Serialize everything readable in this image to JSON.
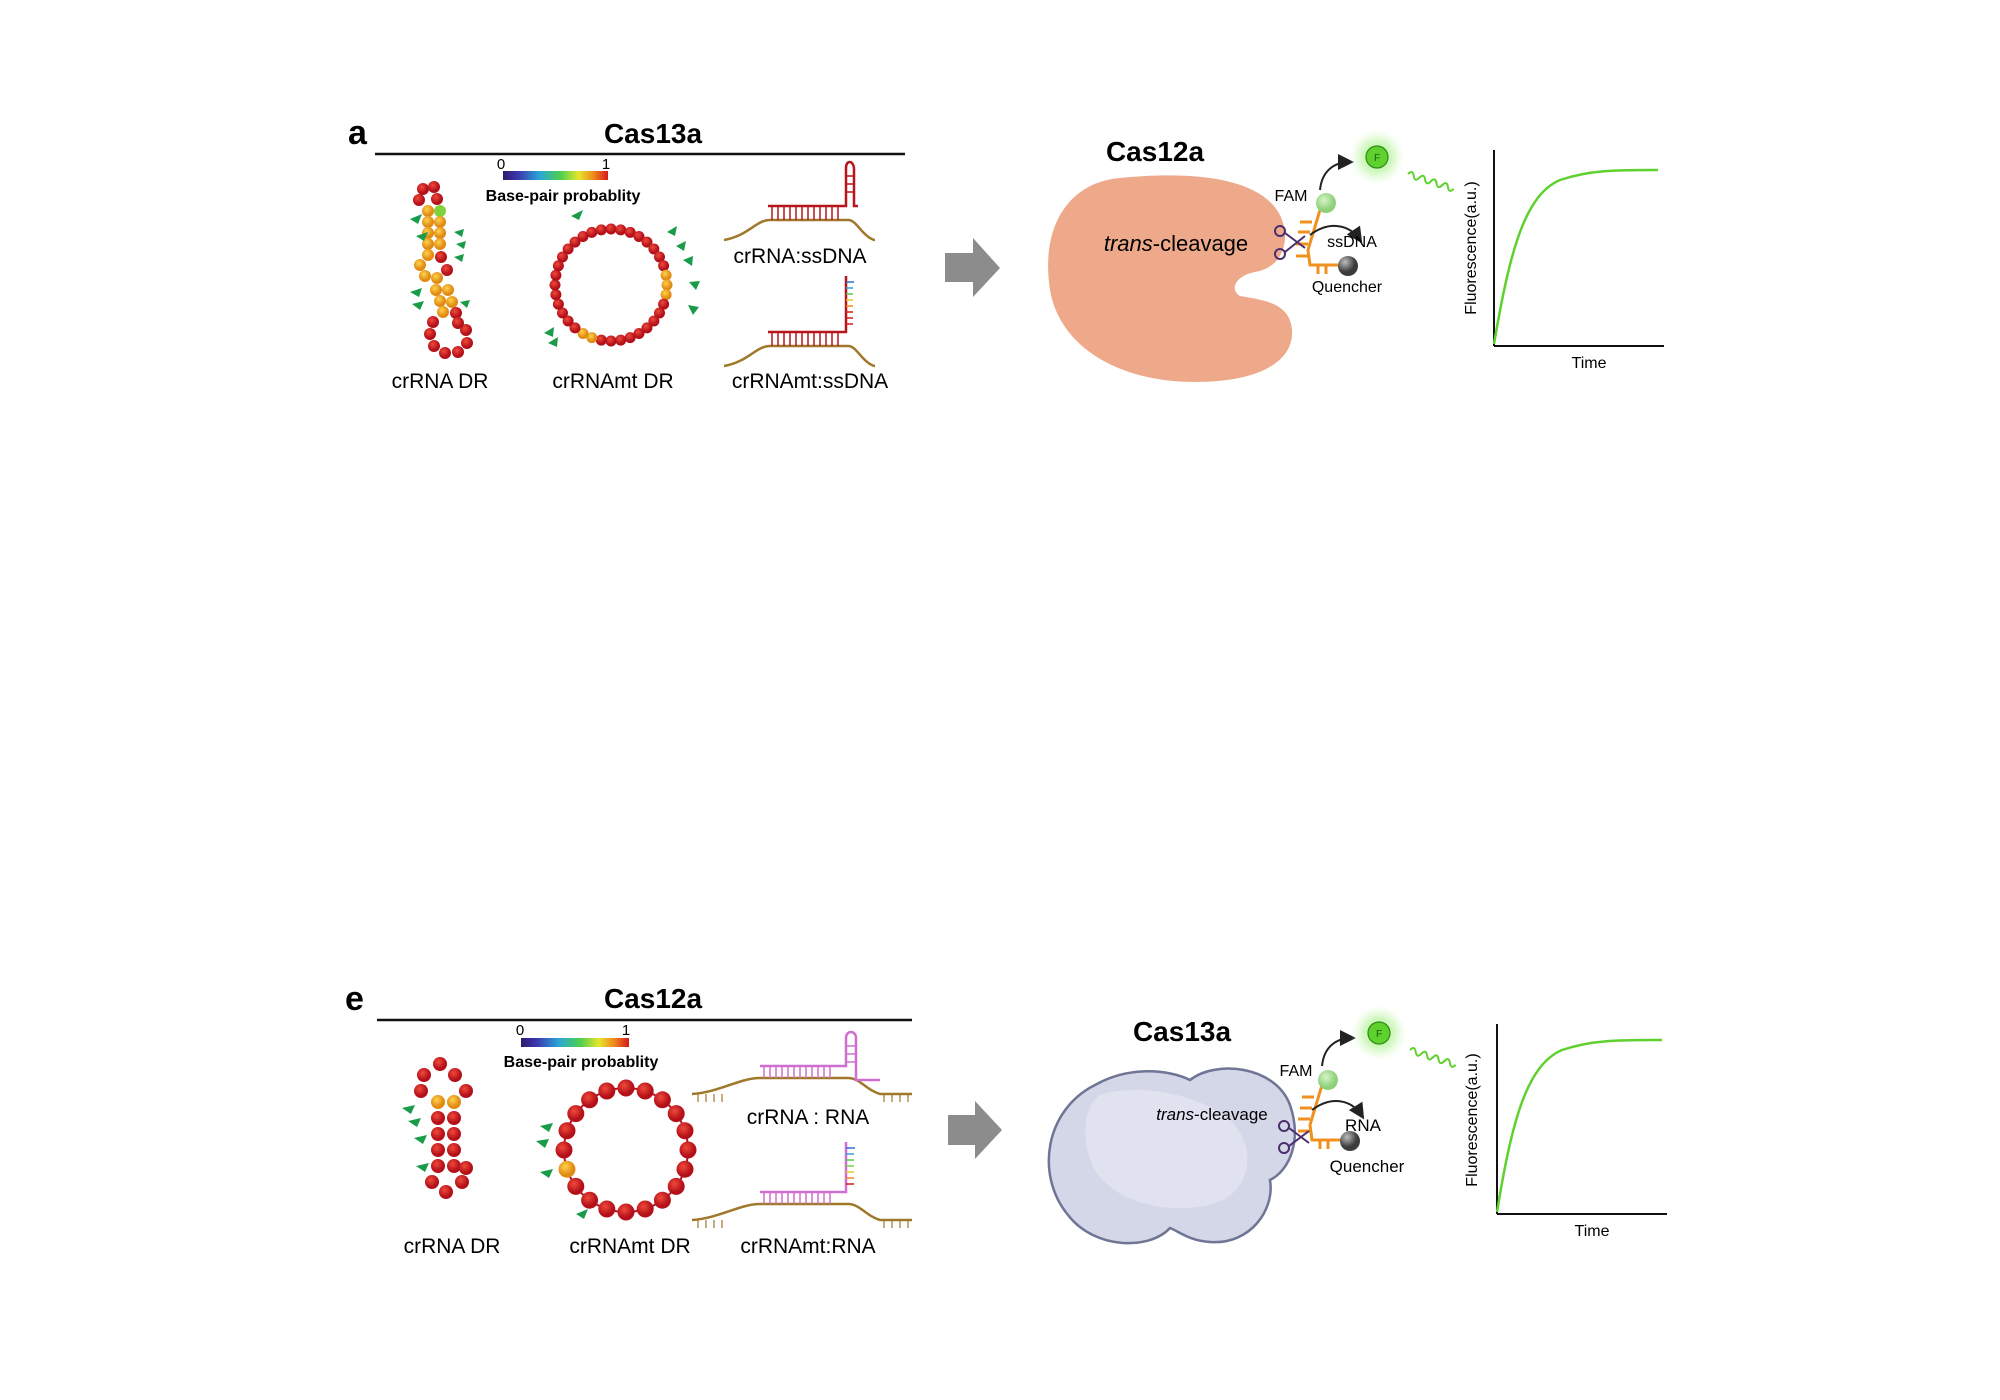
{
  "panel_a": {
    "letter": "a",
    "header": "Cas13a",
    "colorbar": {
      "min_label": "0",
      "max_label": "1",
      "caption": "Base-pair probablity"
    },
    "structures": {
      "left": "crRNA DR",
      "middle": "crRNAmt DR"
    },
    "duplexes": {
      "top": "crRNA:ssDNA",
      "bottom": "crRNAmt:ssDNA"
    },
    "enzyme": {
      "name": "Cas12a",
      "cleavage_italic": "trans",
      "cleavage_rest": "-cleavage"
    },
    "reporter": {
      "fam": "FAM",
      "fluor_letter": "F",
      "substrate": "ssDNA",
      "quencher": "Quencher"
    },
    "plot": {
      "ylabel": "Fluorescence(a.u.)",
      "xlabel": "Time"
    }
  },
  "panel_e": {
    "letter": "e",
    "header": "Cas12a",
    "colorbar": {
      "min_label": "0",
      "max_label": "1",
      "caption": "Base-pair probablity"
    },
    "structures": {
      "left": "crRNA DR",
      "middle": "crRNAmt DR"
    },
    "duplexes": {
      "top": "crRNA : RNA",
      "bottom": "crRNAmt:RNA"
    },
    "enzyme": {
      "name": "Cas13a",
      "cleavage_italic": "trans",
      "cleavage_rest": "-cleavage"
    },
    "reporter": {
      "fam": "FAM",
      "fluor_letter": "F",
      "substrate": "RNA",
      "quencher": "Quencher"
    },
    "plot": {
      "ylabel": "Fluorescence(a.u.)",
      "xlabel": "Time"
    }
  },
  "colors": {
    "cas12a_body": "#eda98a",
    "cas13a_body": "#d4d7e8",
    "arrow": "#8c8c8c",
    "reporter_orange": "#f0901e",
    "curve_green": "#5fd12e",
    "nucleotide_red": "#d8141c",
    "nucleotide_orange": "#f0a020",
    "marker_green": "#1a9b4a",
    "dna_brown": "#a0782a",
    "crrna_red": "#b5151b",
    "rna_pink": "#cf6fcf"
  },
  "icons": [
    "right-arrow-icon",
    "scissors-icon",
    "fluorophore-icon",
    "quencher-icon"
  ]
}
